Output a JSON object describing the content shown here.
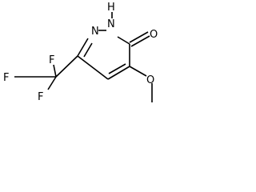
{
  "molecule": {
    "atoms": {
      "n1": "N",
      "n2": "N",
      "h": "H",
      "o_carbonyl": "O",
      "o_methoxy": "O",
      "f_top": "F",
      "f_left": "F",
      "f_bottom": "F"
    }
  }
}
